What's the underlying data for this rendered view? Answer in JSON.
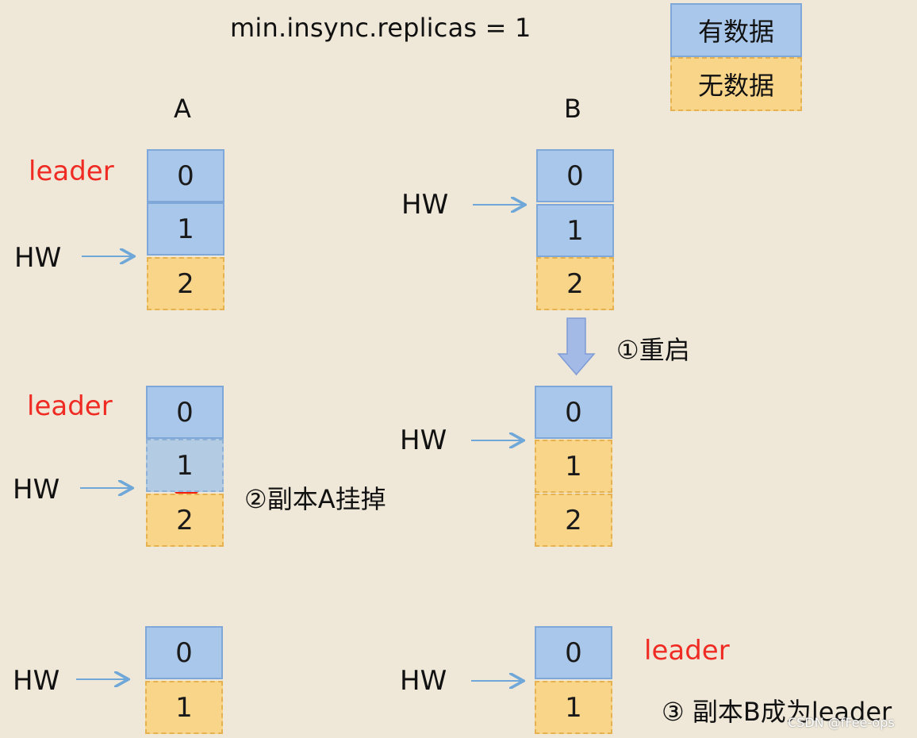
{
  "title": "min.insync.replicas = 1",
  "legend": {
    "has_data": "有数据",
    "no_data": "无数据"
  },
  "columns": {
    "a": "A",
    "b": "B"
  },
  "labels": {
    "leader": "leader",
    "hw": "HW"
  },
  "cells": {
    "v0": "0",
    "v1": "1",
    "v2": "2"
  },
  "steps": {
    "restart": "①重启",
    "replica_a_down": "②副本A挂掉",
    "replica_b_leader": "③ 副本B成为leader"
  },
  "watermark": "CSDN @fFee-ops",
  "colors": {
    "background": "#efe8d8",
    "has_data": "#a9c7ea",
    "no_data": "#f9d58a",
    "leader_text": "#ef2b24",
    "arrow": "#6fa8d8",
    "cross": "#f21f10"
  }
}
